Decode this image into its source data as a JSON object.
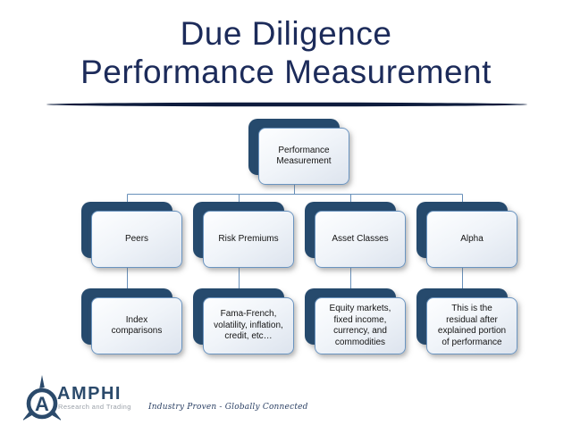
{
  "title": {
    "line1": "Due Diligence",
    "line2": "Performance Measurement"
  },
  "diagram": {
    "root": {
      "label": "Performance\nMeasurement"
    },
    "columns": [
      {
        "header": "Peers",
        "detail": "Index\ncomparisons"
      },
      {
        "header": "Risk Premiums",
        "detail": "Fama-French,\nvolatility, inflation,\ncredit, etc…"
      },
      {
        "header": "Asset Classes",
        "detail": "Equity markets,\nfixed income,\ncurrency, and\ncommodities"
      },
      {
        "header": "Alpha",
        "detail": "This is the\nresidual after\nexplained portion\nof performance"
      }
    ]
  },
  "footer": {
    "brand": "AMPHI",
    "brand_sub": "Research and Trading",
    "tagline": "Industry Proven - Globally Connected",
    "logo_letter": "A"
  },
  "colors": {
    "title_navy": "#1c2b5a",
    "node_shadow_navy": "#264a6d",
    "node_border_blue": "#6a94c0",
    "node_fill_light": "#eef2f8",
    "connector_blue": "#6890ba",
    "brand_navy": "#2b4a6b",
    "brand_sub_gray": "#9aa0a8"
  }
}
